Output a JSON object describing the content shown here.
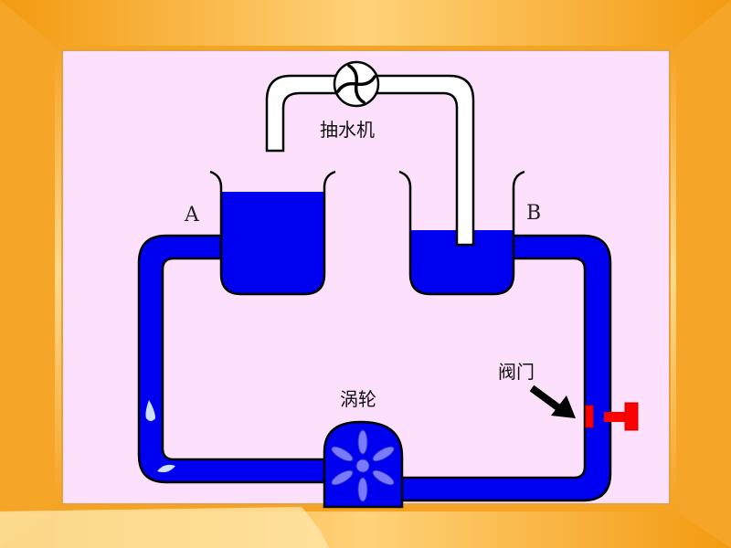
{
  "labels": {
    "beaker_a": "A",
    "beaker_b": "B",
    "pump": "抽水机",
    "turbine": "涡轮",
    "valve": "阀门"
  },
  "colors": {
    "water": "#0000f0",
    "valve": "#ff0000",
    "background": "#fde0fc",
    "frame": "#f7a21c"
  }
}
